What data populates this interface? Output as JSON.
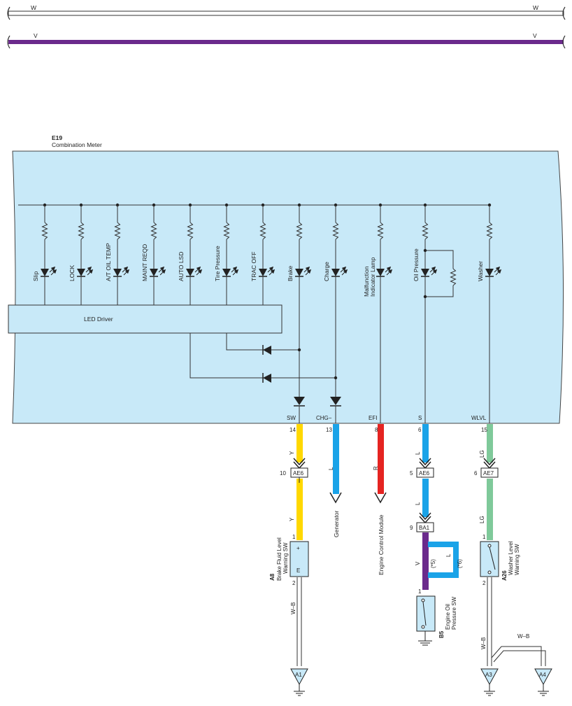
{
  "bus_lines": {
    "top": {
      "left_label": "W",
      "right_label": "W",
      "color": "#ffffff"
    },
    "purple": {
      "left_label": "V",
      "right_label": "V",
      "color": "#6b2a8c"
    }
  },
  "meter": {
    "ref": "E19",
    "name": "Combination Meter",
    "fill_color": "#c8e9f8",
    "led_driver_label": "LED Driver"
  },
  "lamps": {
    "slip": "Slip",
    "lock": "LOCK",
    "at_oil_temp": "A/T OIL TEMP",
    "maint_reqd": "MAINT REQD",
    "auto_lsd": "AUTO LSD",
    "tire_pressure": "Tire Pressure",
    "trac_off": "TRAC OFF",
    "brake": "Brake",
    "charge": "Charge",
    "mil_line1": "Malfunction",
    "mil_line2": "Indicator Lamp",
    "oil_pressure": "Oil Pressure",
    "washer": "Washer"
  },
  "terminals": {
    "sw": {
      "name": "SW",
      "pin": "14"
    },
    "chg": {
      "name": "CHG−",
      "pin": "13"
    },
    "efi": {
      "name": "EFI",
      "pin": "8"
    },
    "s": {
      "name": "S",
      "pin": "6"
    },
    "wlvl": {
      "name": "WLVL",
      "pin": "15"
    }
  },
  "wires": {
    "sw_upper": "Y",
    "sw_lower": "Y",
    "chg": "L",
    "efi": "R",
    "s_upper": "L",
    "s_lower": "L",
    "wlvl_upper": "LG",
    "wlvl_lower": "LG",
    "oil_v": "V",
    "oil_l": "L",
    "oil_note1": "(*5)",
    "oil_note2": "(*6)",
    "ground_a1": "W–B",
    "ground_a3": "W–B",
    "ground_a4": "W–B"
  },
  "wire_colors": {
    "yellow": "#ffd800",
    "blue": "#1aa3e8",
    "red": "#e52421",
    "green": "#7fc99a",
    "violet": "#6b2a8c"
  },
  "connectors": {
    "ae6_left": {
      "name": "AE6",
      "pin": "10"
    },
    "ae6_right": {
      "name": "AE6",
      "pin": "5"
    },
    "ae7": {
      "name": "AE7",
      "pin": "6"
    },
    "ba1": {
      "name": "BA1",
      "pin": "9"
    }
  },
  "destinations": {
    "generator": "Generator",
    "ecm": "Engine Control Module"
  },
  "components": {
    "brake_sw": {
      "ref": "A8",
      "line1": "Brake Fluid Level",
      "line2": "Warning SW",
      "pin_top": "1",
      "pin_bottom": "2",
      "plus": "+",
      "e": "E"
    },
    "oil_sw": {
      "ref": "B5",
      "line1": "Engine Oil",
      "line2": "Pressure SW",
      "pin": "1"
    },
    "washer_sw": {
      "ref": "A26",
      "line1": "Washer Level",
      "line2": "Warning SW",
      "pin_top": "1",
      "pin_bottom": "2"
    }
  },
  "grounds": {
    "a1": "A1",
    "a3": "A3",
    "a4": "A4"
  }
}
